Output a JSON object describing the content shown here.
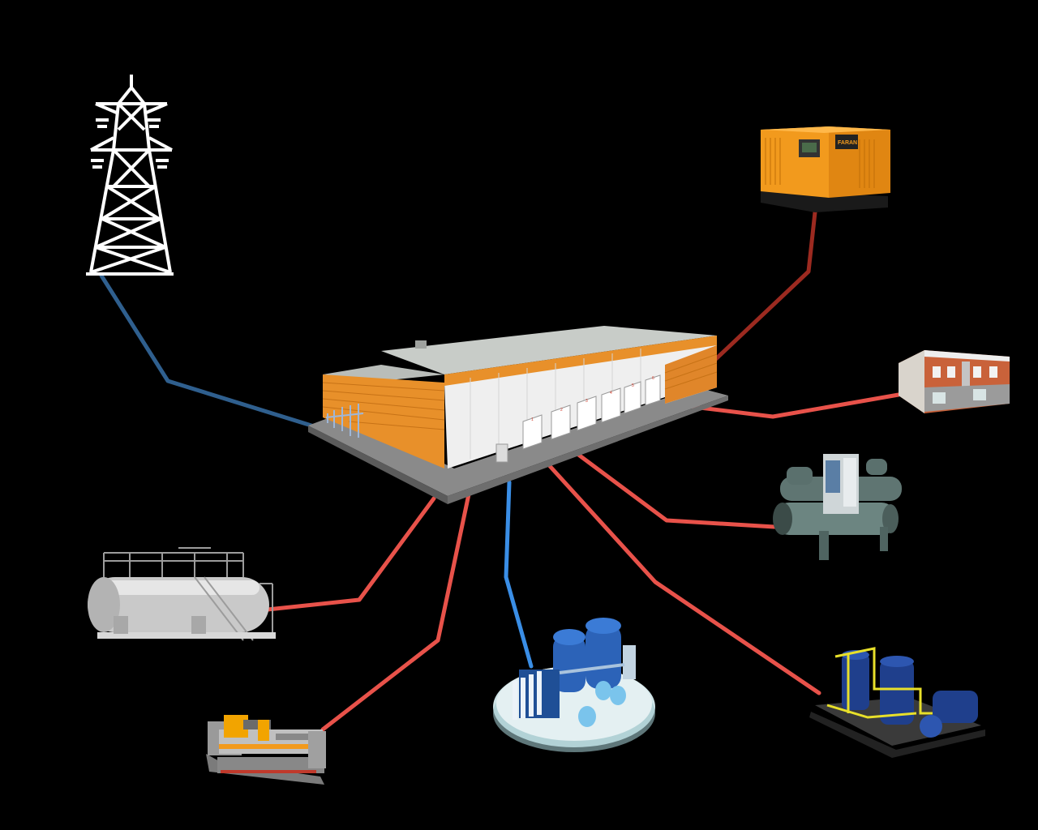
{
  "diagram": {
    "background": "#000000",
    "colors": {
      "grid_power": "#2f5f8e",
      "generator_power": "#9c2a20",
      "heat_lines": "#e8524a",
      "water_line": "#3a8ee6",
      "building_orange": "#e8902a",
      "building_wall": "#eeeeee",
      "generator_orange": "#f29a1d"
    },
    "nodes": [
      {
        "id": "central-warehouse",
        "icon": "warehouse-building-icon"
      },
      {
        "id": "power-grid",
        "icon": "transmission-tower-icon"
      },
      {
        "id": "diesel-generator",
        "icon": "generator-icon"
      },
      {
        "id": "office-building",
        "icon": "office-building-icon"
      },
      {
        "id": "chiller",
        "icon": "chiller-icon"
      },
      {
        "id": "boiler-tank",
        "icon": "storage-tank-icon"
      },
      {
        "id": "lathe",
        "icon": "lathe-machine-icon"
      },
      {
        "id": "water-treatment",
        "icon": "water-treatment-icon"
      },
      {
        "id": "industrial-unit",
        "icon": "industrial-unit-icon"
      }
    ],
    "dock_door_numbers": [
      "1",
      "2",
      "3",
      "4",
      "5",
      "6"
    ],
    "generator_brand": "FARAN"
  }
}
